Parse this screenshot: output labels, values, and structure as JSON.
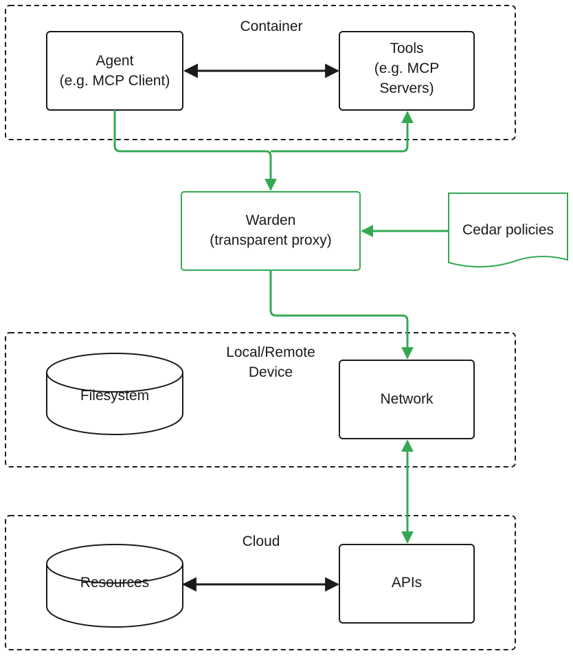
{
  "groups": {
    "container": "Container",
    "device_line1": "Local/Remote",
    "device_line2": "Device",
    "cloud": "Cloud"
  },
  "nodes": {
    "agent_line1": "Agent",
    "agent_line2": "(e.g. MCP Client)",
    "tools_line1": "Tools",
    "tools_line2": "(e.g. MCP",
    "tools_line3": "Servers)",
    "warden_line1": "Warden",
    "warden_line2": "(transparent proxy)",
    "cedar": "Cedar policies",
    "filesystem": "Filesystem",
    "network": "Network",
    "resources": "Resources",
    "apis": "APIs"
  },
  "colors": {
    "stroke": "#1a1a1a",
    "accent": "#34a853"
  }
}
